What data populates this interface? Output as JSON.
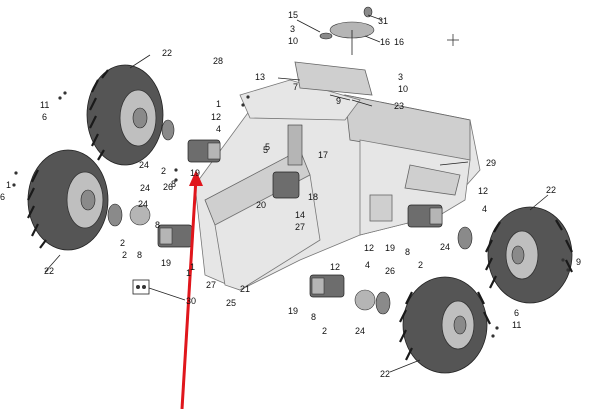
{
  "diagram": {
    "callouts": [
      "15",
      "31",
      "3",
      "10",
      "16",
      "28",
      "13",
      "7",
      "3",
      "10",
      "9",
      "23",
      "22",
      "11",
      "6",
      "1",
      "12",
      "4",
      "5",
      "17",
      "24",
      "26",
      "19",
      "29",
      "1",
      "6",
      "24",
      "8",
      "2",
      "20",
      "18",
      "14",
      "27",
      "12",
      "22",
      "12",
      "4",
      "24",
      "8",
      "2",
      "19",
      "8",
      "2",
      "1",
      "27",
      "21",
      "25",
      "19",
      "12",
      "4",
      "26",
      "8",
      "2",
      "22",
      "6",
      "11",
      "9",
      "22",
      "24",
      "19",
      "8",
      "2",
      "30",
      "16",
      "24",
      "5",
      "1"
    ],
    "arrow_color": "#e0161c",
    "crosshair_symbol": "+"
  }
}
